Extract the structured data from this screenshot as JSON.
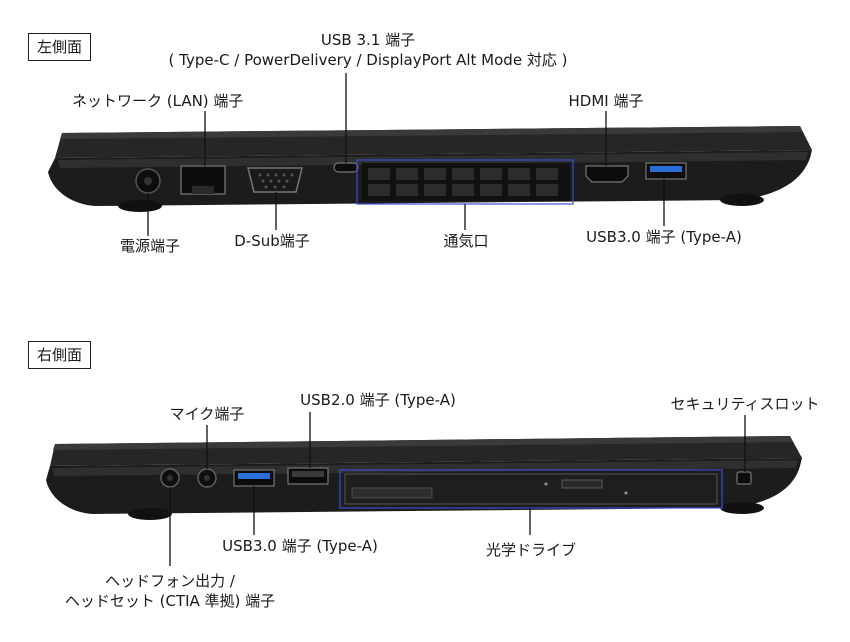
{
  "left_side": {
    "title": "左側面",
    "labels": {
      "usb31_line1": "USB 3.1 端子",
      "usb31_line2": "( Type-C / PowerDelivery / DisplayPort Alt Mode 対応 )",
      "lan": "ネットワーク (LAN) 端子",
      "hdmi": "HDMI 端子",
      "power": "電源端子",
      "dsub": "D-Sub端子",
      "vent": "通気口",
      "usb30": "USB3.0 端子 (Type-A)"
    }
  },
  "right_side": {
    "title": "右側面",
    "labels": {
      "mic": "マイク端子",
      "usb20": "USB2.0 端子 (Type-A)",
      "security": "セキュリティスロット",
      "usb30": "USB3.0 端子 (Type-A)",
      "optical": "光学ドライブ",
      "headset_line1": "ヘッドフォン出力 /",
      "headset_line2": "ヘッドセット (CTIA 準拠) 端子"
    }
  },
  "colors": {
    "chassis": "#2b2b2b",
    "chassis_dark": "#151515",
    "chassis_edge": "#4a4a4a",
    "usb3_blue": "#2a6fd6",
    "outline_blue": "#3b4fd0",
    "leader": "#111111"
  }
}
